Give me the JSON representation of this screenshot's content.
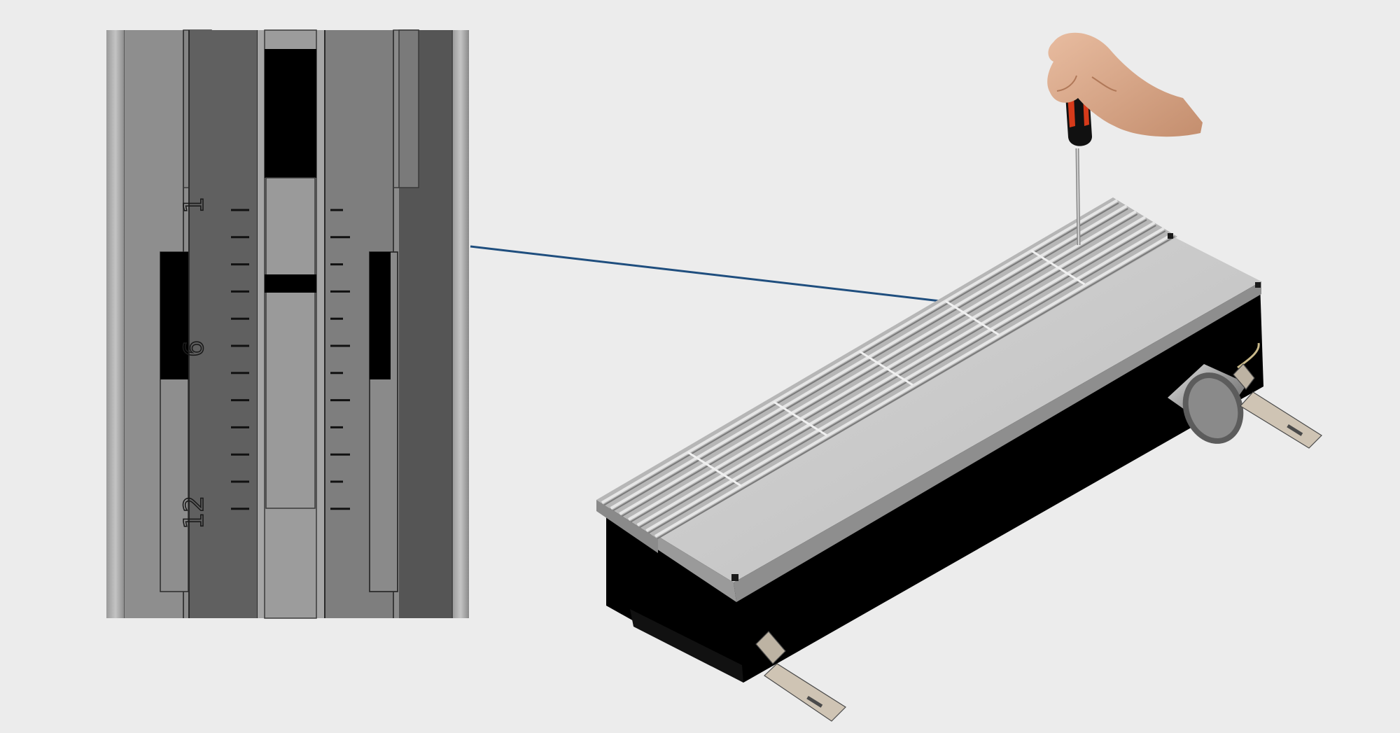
{
  "figure": {
    "background_color": "#ececec",
    "arrow_color": "#1f4e7e"
  },
  "detail_view": {
    "scale_labels": [
      "1",
      "6",
      "12"
    ],
    "indicator_color": "#000000"
  },
  "convector": {
    "grille_color": "#b9b9b9",
    "cover_color": "#c8c8c8",
    "body_color": "#000000",
    "pipe_color": "#9b9b9b"
  },
  "tool": {
    "icon": "screwdriver-icon",
    "handle_colors": [
      "#d63a1a",
      "#111111"
    ]
  },
  "hand": {
    "icon": "hand-icon",
    "skin_color": "#d9a889"
  }
}
